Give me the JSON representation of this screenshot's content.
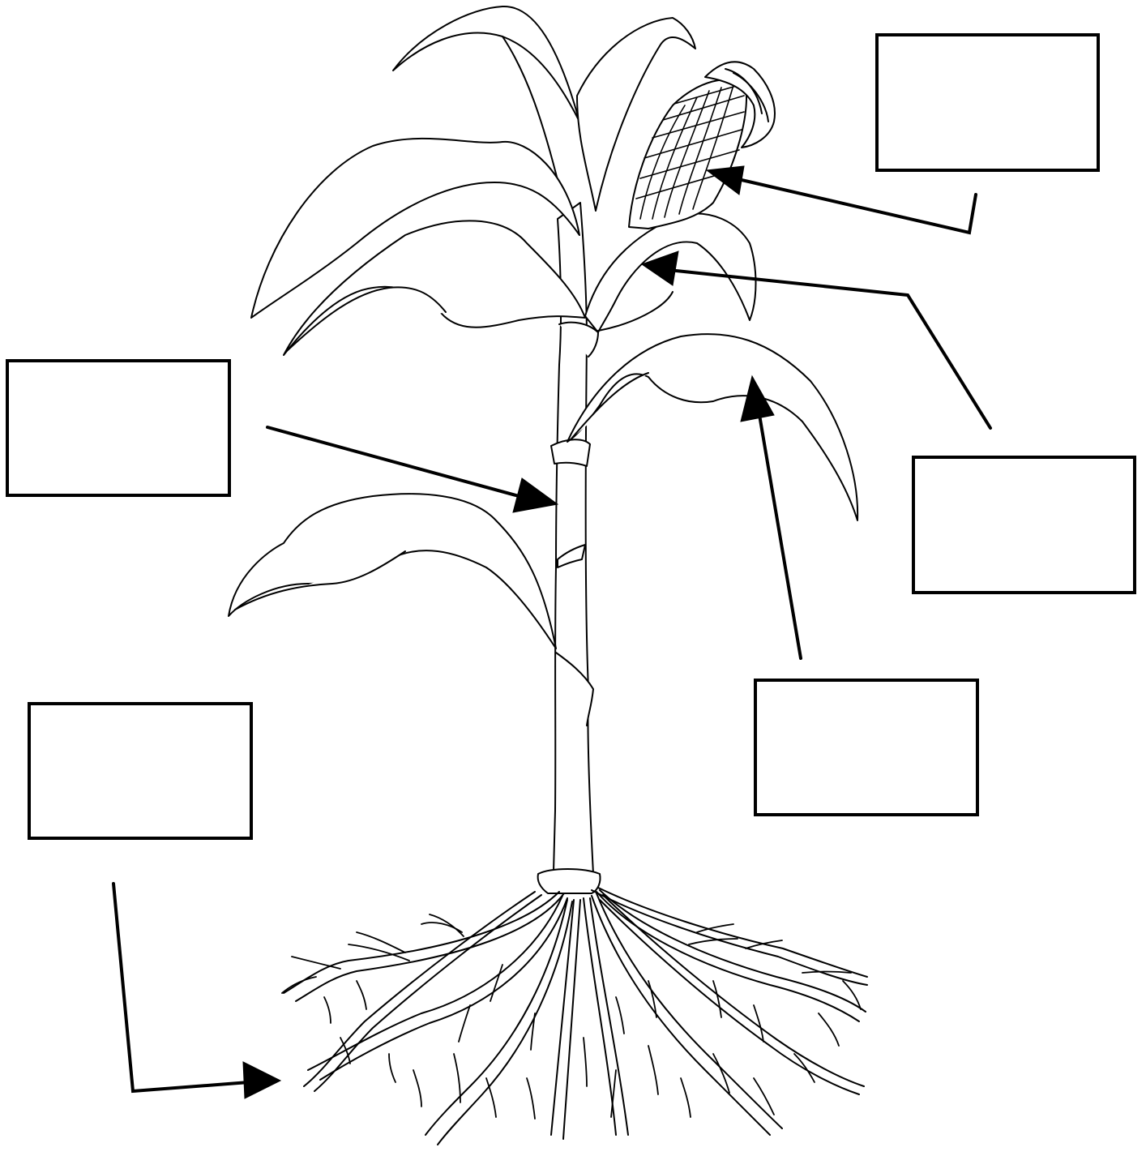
{
  "diagram": {
    "subject": "",
    "colors": {
      "ink": "#000000",
      "paper": "#ffffff"
    },
    "labels": [
      {
        "id": "ear",
        "text": ""
      },
      {
        "id": "leaf-upper",
        "text": ""
      },
      {
        "id": "stem",
        "text": ""
      },
      {
        "id": "leaf-lower",
        "text": ""
      },
      {
        "id": "roots",
        "text": ""
      }
    ]
  }
}
